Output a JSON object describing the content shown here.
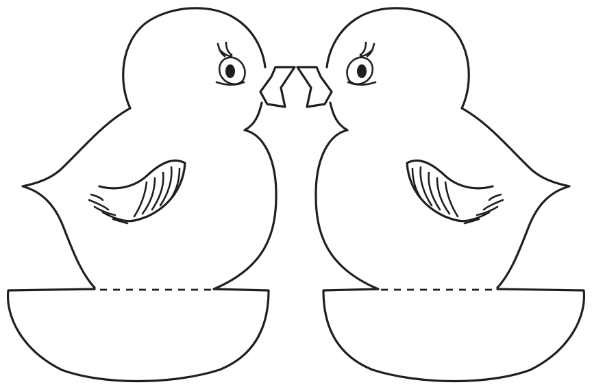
{
  "colors": {
    "background": "#ffffff",
    "ink": "#1f1f1f"
  },
  "figures": [
    {
      "id": "left-chick",
      "facing": "right",
      "parts": [
        "head",
        "body",
        "wing",
        "eye",
        "eyelashes",
        "beak",
        "base-cup",
        "fold-line"
      ]
    },
    {
      "id": "right-chick",
      "facing": "left",
      "parts": [
        "head",
        "body",
        "wing",
        "eye",
        "eyelashes",
        "beak",
        "base-cup",
        "fold-line"
      ]
    }
  ]
}
